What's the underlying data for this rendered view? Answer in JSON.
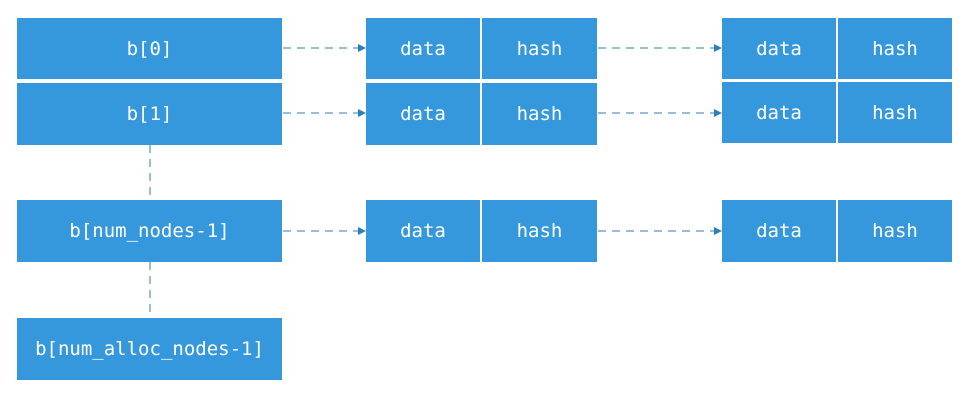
{
  "colors": {
    "box_fill": "#3598dc",
    "text": "#ffffff",
    "connector": "#2d7fb8"
  },
  "buckets": [
    {
      "label": "b[0]"
    },
    {
      "label": "b[1]"
    },
    {
      "label": "b[num_nodes-1]"
    },
    {
      "label": "b[num_alloc_nodes-1]"
    }
  ],
  "chains": [
    [
      {
        "data": "data",
        "hash": "hash"
      },
      {
        "data": "data",
        "hash": "hash"
      }
    ],
    [
      {
        "data": "data",
        "hash": "hash"
      },
      {
        "data": "data",
        "hash": "hash"
      }
    ],
    [
      {
        "data": "data",
        "hash": "hash"
      },
      {
        "data": "data",
        "hash": "hash"
      }
    ]
  ]
}
